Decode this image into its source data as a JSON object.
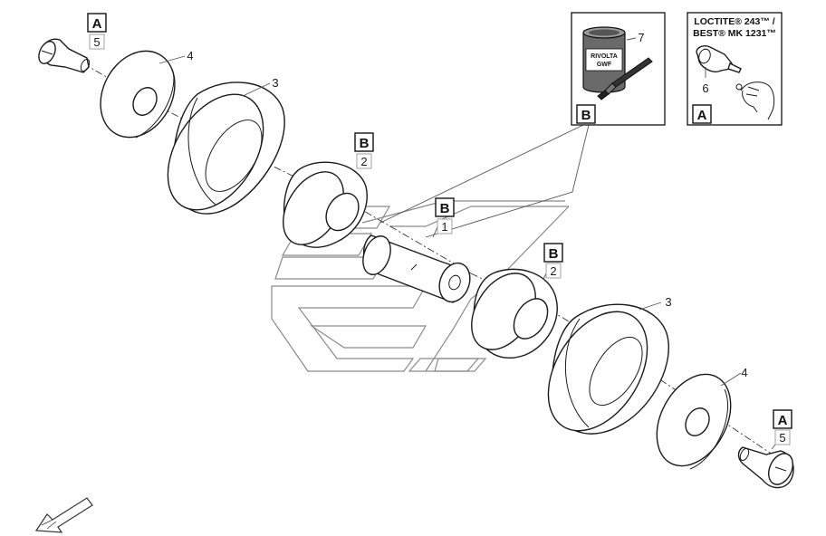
{
  "callouts": {
    "bolt_top": "5",
    "washer_top": "4",
    "wheel_top": "3",
    "spacer_top": "2",
    "shaft": "1",
    "spacer_bottom": "2",
    "wheel_bottom": "3",
    "washer_bottom": "4",
    "bolt_bottom": "5",
    "loctite_bottle": "6",
    "grease_can": "7"
  },
  "ref_letters": {
    "bolt_top": "A",
    "spacer_top": "B",
    "shaft": "B",
    "spacer_bottom": "B",
    "bolt_bottom": "A",
    "grease_panel": "B",
    "loctite_panel": "A"
  },
  "grease_panel": {
    "can_label_line1": "RIVOLTA",
    "can_label_line2": "GWF"
  },
  "loctite_panel": {
    "title_line1": "LOCTITE® 243™ /",
    "title_line2": "BEST® MK 1231™"
  },
  "icons": {
    "direction": "front-direction-arrow-icon",
    "grease": "grease-can-icon",
    "brush": "brush-icon",
    "bottle": "threadlocker-bottle-icon",
    "hand": "hand-icon"
  }
}
